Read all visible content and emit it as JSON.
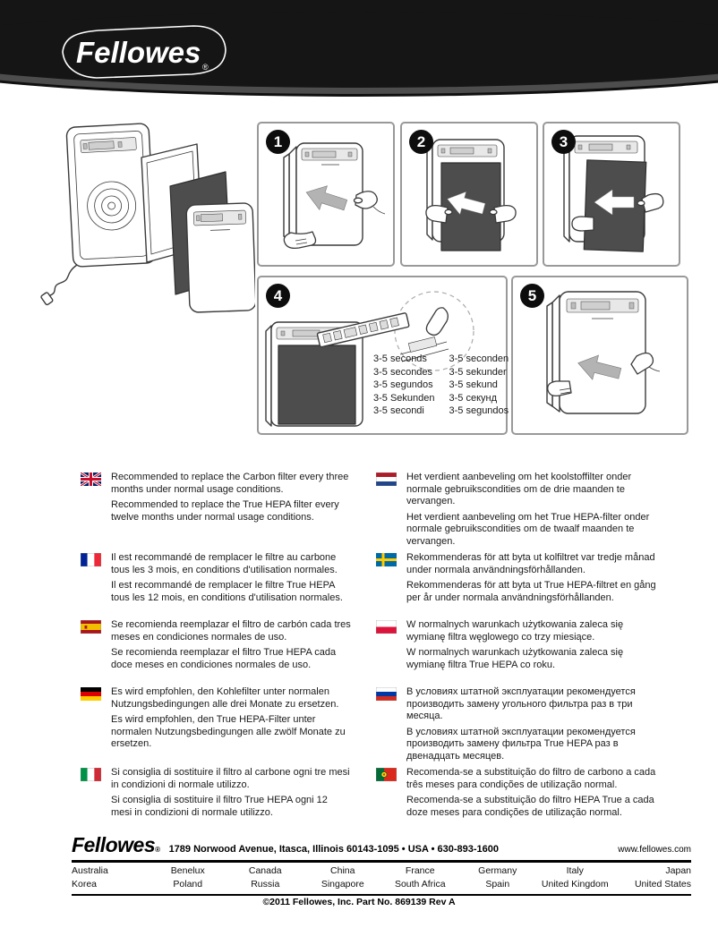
{
  "banner": {
    "logo_text": "Fellowes",
    "registered_mark": "®"
  },
  "steps": {
    "numbers": [
      "1",
      "2",
      "3",
      "4",
      "5"
    ]
  },
  "durations": {
    "col1": [
      "3-5 seconds",
      "3-5 secondes",
      "3-5 segundos",
      "3-5 Sekunden",
      "3-5 secondi"
    ],
    "col2": [
      "3-5 seconden",
      "3-5 sekunder",
      "3-5 sekund",
      "3-5 секунд",
      "3-5 segundos"
    ]
  },
  "instructions": {
    "left": [
      {
        "language": "English",
        "flag": "uk-flag-icon",
        "para1": "Recommended to replace the Carbon filter every three months under normal usage conditions.",
        "para2": "Recommended to replace the True HEPA filter every twelve months under normal usage conditions."
      },
      {
        "language": "French",
        "flag": "france-flag-icon",
        "para1": "Il est recommandé de remplacer le filtre au carbone tous les 3 mois, en conditions d'utilisation normales.",
        "para2": "Il est recommandé de remplacer le filtre True HEPA tous les 12 mois, en conditions d'utilisation normales."
      },
      {
        "language": "Spanish",
        "flag": "spain-flag-icon",
        "para1": "Se recomienda reemplazar el filtro de carbón cada tres meses en condiciones normales de uso.",
        "para2": "Se recomienda reemplazar el filtro True HEPA cada doce meses en condiciones normales de uso."
      },
      {
        "language": "German",
        "flag": "germany-flag-icon",
        "para1": "Es wird empfohlen, den Kohlefilter unter normalen Nutzungsbedingungen alle drei Monate zu ersetzen.",
        "para2": "Es wird empfohlen, den True HEPA-Filter unter normalen Nutzungsbedingungen alle zwölf Monate zu ersetzen."
      },
      {
        "language": "Italian",
        "flag": "italy-flag-icon",
        "para1": "Si consiglia di sostituire il filtro al carbone ogni tre mesi in condizioni di normale utilizzo.",
        "para2": "Si consiglia di sostituire il filtro True HEPA ogni 12 mesi in condizioni di normale utilizzo."
      }
    ],
    "right": [
      {
        "language": "Dutch",
        "flag": "netherlands-flag-icon",
        "para1": "Het verdient aanbeveling om het koolstoffilter onder normale gebruikscondities om de drie maanden te vervangen.",
        "para2": "Het verdient aanbeveling om het True HEPA-filter onder normale gebruikscondities om de twaalf maanden te vervangen."
      },
      {
        "language": "Swedish",
        "flag": "sweden-flag-icon",
        "para1": "Rekommenderas för att byta ut kolfiltret var tredje månad under normala användningsförhållanden.",
        "para2": "Rekommenderas för att byta ut True HEPA-filtret en gång per år under normala användningsförhållanden."
      },
      {
        "language": "Polish",
        "flag": "poland-flag-icon",
        "para1": "W normalnych warunkach użytkowania zaleca się wymianę filtra węglowego co trzy miesiące.",
        "para2": "W normalnych warunkach użytkowania zaleca się wymianę filtra True HEPA co roku."
      },
      {
        "language": "Russian",
        "flag": "russia-flag-icon",
        "para1": "В условиях штатной эксплуатации рекомендуется производить замену угольного фильтра раз в три месяца.",
        "para2": "В условиях штатной эксплуатации рекомендуется производить замену фильтра True HEPA раз в двенадцать месяцев."
      },
      {
        "language": "Portuguese",
        "flag": "portugal-flag-icon",
        "para1": "Recomenda-se a substituição do filtro de carbono a cada três meses para condições de utilização normal.",
        "para2": "Recomenda-se a substituição do filtro HEPA True a cada doze meses para condições de utilização normal."
      }
    ]
  },
  "footer": {
    "logo_text": "Fellowes",
    "registered_mark": "®",
    "address": "1789 Norwood Avenue, Itasca, Illinois 60143-1095 • USA • 630-893-1600",
    "website": "www.fellowes.com",
    "countries_row1": [
      "Australia",
      "Benelux",
      "Canada",
      "China",
      "France",
      "Germany",
      "Italy",
      "Japan"
    ],
    "countries_row2": [
      "Korea",
      "Poland",
      "Russia",
      "Singapore",
      "South Africa",
      "Spain",
      "United Kingdom",
      "United States"
    ],
    "copyright": "©2011 Fellowes, Inc. Part No. 869139 Rev A"
  },
  "colors": {
    "banner": "#151515",
    "panel_border": "#999999",
    "carbon_filter": "#4d4d4d"
  }
}
